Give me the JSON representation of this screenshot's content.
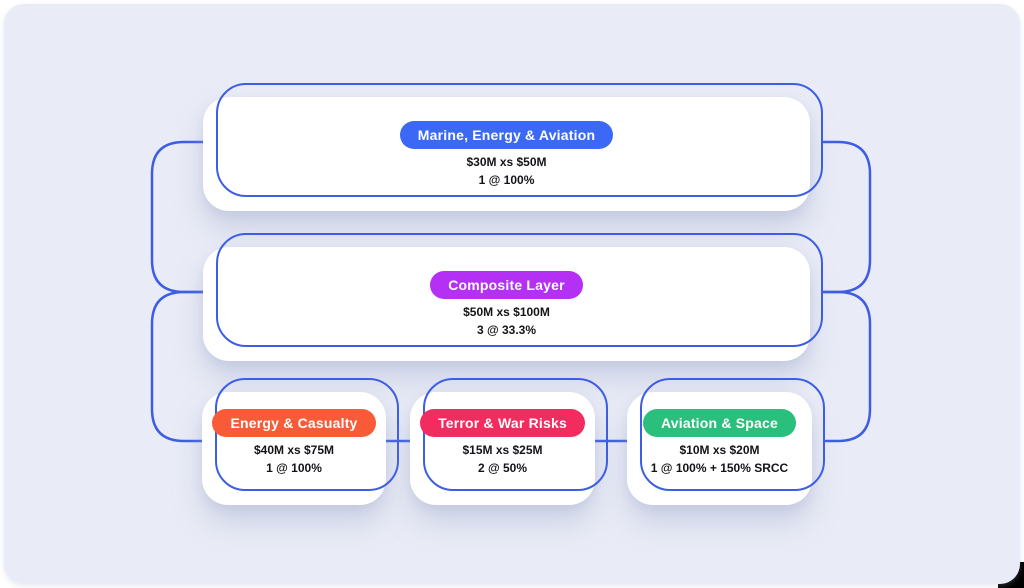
{
  "colors": {
    "connector_blue": "#3D5EE4",
    "panel_background": "#E9ECF6",
    "card_background": "#FFFFFF",
    "detail_text": "#141418"
  },
  "nodes": [
    {
      "label": "Marine, Energy & Aviation",
      "pill_color": "#3B69F5",
      "line1": "$30M xs $50M",
      "line2": "1 @ 100%"
    },
    {
      "label": "Composite Layer",
      "pill_color": "#B430F5",
      "line1": "$50M xs $100M",
      "line2": "3 @ 33.3%"
    },
    {
      "label": "Energy & Casualty",
      "pill_color": "#F95B38",
      "line1": "$40M xs $75M",
      "line2": "1 @ 100%"
    },
    {
      "label": "Terror & War Risks",
      "pill_color": "#F22C5F",
      "line1": "$15M xs $25M",
      "line2": "2 @ 50%"
    },
    {
      "label": "Aviation & Space",
      "pill_color": "#2BBF7D",
      "line1": "$10M xs $20M",
      "line2": "1 @ 100% + 150% SRCC"
    }
  ]
}
